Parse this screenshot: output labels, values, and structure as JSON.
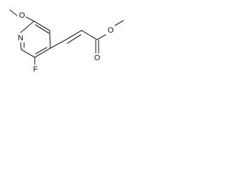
{
  "molecule": {
    "atoms": {
      "o_methoxy": "O",
      "n_ring": "N",
      "f_sub": "F",
      "o_carbonyl": "O",
      "o_ester": "O"
    }
  },
  "colors": {
    "bond": "#1a1a1a",
    "label": "#111111",
    "background": "#ffffff"
  }
}
